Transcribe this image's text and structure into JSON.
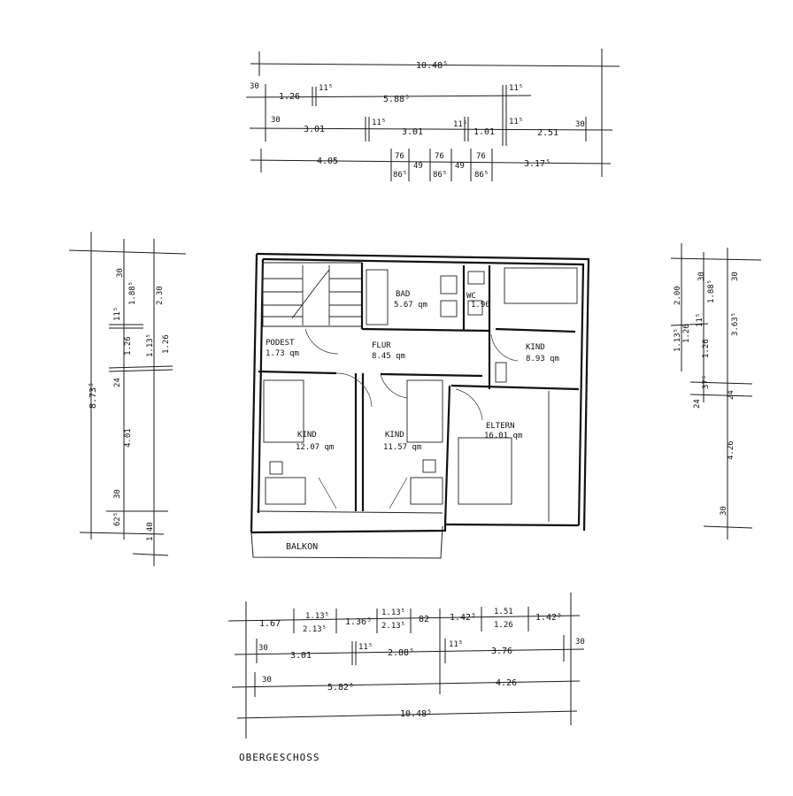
{
  "caption": "OBERGESCHOSS",
  "rooms": {
    "bad": "BAD",
    "bad_area": "5.67 qm",
    "wc": "WC",
    "wc_area": "1.90",
    "podest": "PODEST",
    "podest_area": "1.73 qm",
    "flur": "FLUR",
    "flur_area": "8.45 qm",
    "kind_right": "KIND",
    "kind_right_area": "8.93 qm",
    "kind1": "KIND",
    "kind1_area": "12.07 qm",
    "kind2": "KIND",
    "kind2_area": "11.57 qm",
    "eltern": "ELTERN",
    "eltern_area": "16.01 qm",
    "balkon": "BALKON"
  },
  "dims_top": {
    "r1": [
      "10.48⁵"
    ],
    "r2": [
      "30",
      "1.26",
      "11⁵",
      "5.88⁵",
      "11⁵"
    ],
    "r3": [
      "30",
      "3.01",
      "11⁵",
      "3.01",
      "11⁵",
      "1.01",
      "11⁵",
      "2.51",
      "30"
    ],
    "r4": [
      "4.05",
      "76",
      "86⁵",
      "49",
      "76",
      "86⁵",
      "49",
      "76",
      "86⁵",
      "3.17⁵"
    ]
  },
  "dims_bottom": {
    "r1": [
      "1.67",
      "1.13⁵",
      "2.13⁵",
      "1.36⁵",
      "1.13⁵",
      "2.13⁵",
      "82",
      "1.42⁵",
      "1.51",
      "1.26",
      "1.42⁵"
    ],
    "r2": [
      "30",
      "3.01",
      "11⁵",
      "2.88⁵",
      "11⁵",
      "3.76",
      "30"
    ],
    "r3": [
      "30",
      "5.82⁵",
      "4.26"
    ],
    "r4": [
      "10.48⁵"
    ]
  },
  "dims_left": {
    "total": "8.73⁵",
    "c2": [
      "30",
      "1.88⁵",
      "11⁵",
      "1.26",
      "24",
      "4.01",
      "30",
      "62⁵"
    ],
    "c3": [
      "2.30",
      "1.13⁵",
      "1.26",
      "1.40"
    ]
  },
  "dims_right": {
    "c1": [
      "2.00",
      "1.26",
      "1.13⁵",
      "1.26",
      "37⁵",
      "24"
    ],
    "c2": [
      "30",
      "1.88⁵",
      "11⁵"
    ],
    "c3": [
      "30",
      "3.63⁵",
      "24",
      "4.26",
      "30"
    ]
  }
}
